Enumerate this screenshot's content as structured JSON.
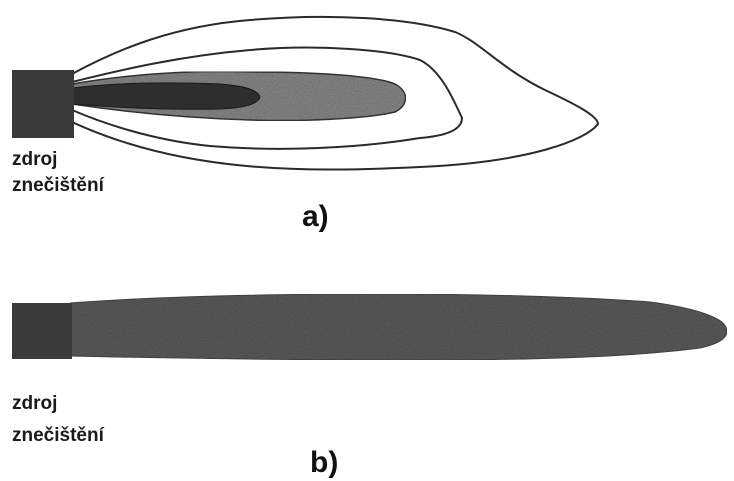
{
  "panels": [
    {
      "id": "a",
      "caption": "a)",
      "source_label_line1": "zdroj",
      "source_label_line2": "znečištění"
    },
    {
      "id": "b",
      "caption": "b)",
      "source_label_line1": "zdroj",
      "source_label_line2": "znečištění"
    }
  ],
  "colors": {
    "source_block": "#3a3a3a",
    "plume_outline": "#2a2a2a",
    "core_dark": "#2e2e2e",
    "mid_zone": "#8c8c8c",
    "plume_b": "#5e5e5e"
  }
}
